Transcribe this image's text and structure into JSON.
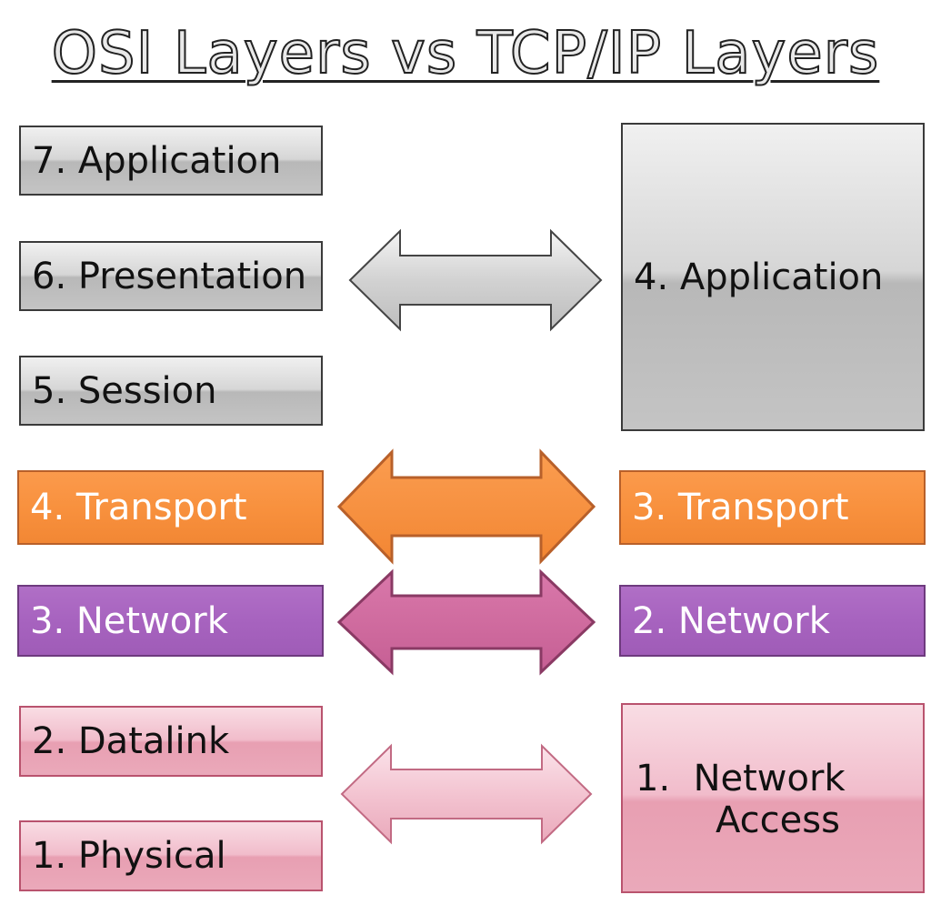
{
  "title": "OSI Layers vs TCP/IP Layers",
  "osi_layers": [
    {
      "label": "7. Application",
      "color": "gray"
    },
    {
      "label": "6. Presentation",
      "color": "gray"
    },
    {
      "label": "5. Session",
      "color": "gray"
    },
    {
      "label": "4. Transport",
      "color": "orange"
    },
    {
      "label": "3. Network",
      "color": "purple"
    },
    {
      "label": "2. Datalink",
      "color": "pink"
    },
    {
      "label": "1. Physical",
      "color": "pink"
    }
  ],
  "tcpip_layers": [
    {
      "label": "4. Application",
      "color": "gray"
    },
    {
      "label": "3. Transport",
      "color": "orange"
    },
    {
      "label": "2. Network",
      "color": "purple"
    },
    {
      "label_line1": "1.  Network",
      "label_line2": "Access",
      "color": "pink"
    }
  ],
  "colors": {
    "gray": "#c4c4c4",
    "orange": "#f8913e",
    "purple": "#a763bf",
    "pink": "#f1bccb",
    "magenta_arrow": "#d06a9f"
  }
}
